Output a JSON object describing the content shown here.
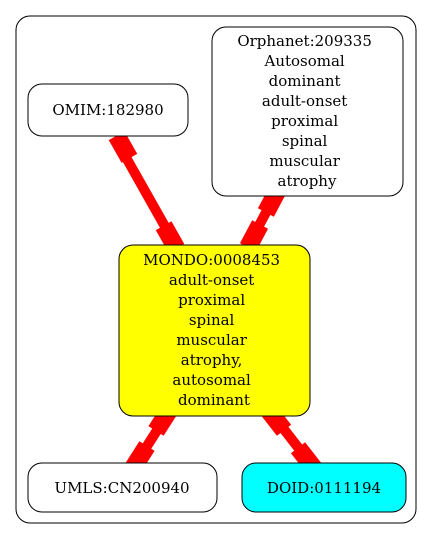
{
  "nodes": {
    "omim": {
      "lines": [
        "OMIM:182980"
      ],
      "fill": "#ffffff"
    },
    "orphanet": {
      "lines": [
        "Orphanet:209335",
        "Autosomal",
        "dominant",
        "adult-onset",
        "proximal",
        "spinal",
        "muscular",
        "atrophy"
      ],
      "fill": "#ffffff"
    },
    "mondo": {
      "lines": [
        "MONDO:0008453",
        "adult-onset",
        "proximal",
        "spinal",
        "muscular",
        "atrophy,",
        "autosomal",
        "dominant"
      ],
      "fill": "#ffff00"
    },
    "umls": {
      "lines": [
        "UMLS:CN200940"
      ],
      "fill": "#ffffff"
    },
    "doid": {
      "lines": [
        "DOID:0111194"
      ],
      "fill": "#00ffff"
    }
  },
  "edge_color": "#ff0000",
  "edges": [
    {
      "from": "omim",
      "to": "mondo"
    },
    {
      "from": "orphanet",
      "to": "mondo"
    },
    {
      "from": "mondo",
      "to": "umls"
    },
    {
      "from": "mondo",
      "to": "doid"
    }
  ]
}
